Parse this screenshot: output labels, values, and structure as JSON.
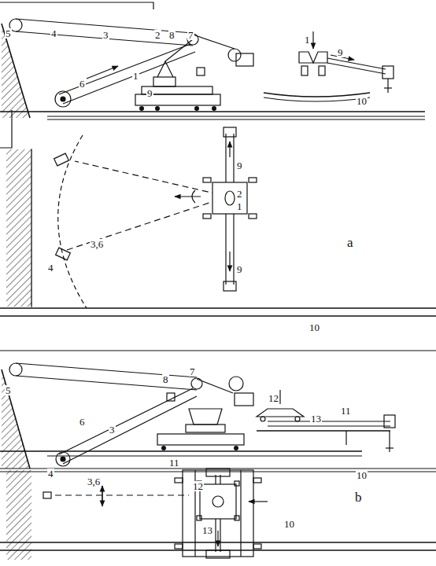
{
  "diagram": {
    "labels": [
      "5",
      "4",
      "3",
      "2",
      "8",
      "7",
      "6",
      "1",
      "9",
      "1",
      "9",
      "10",
      "9",
      "2",
      "1",
      "4",
      "3,6",
      "9",
      "10",
      "a",
      "5",
      "4",
      "6",
      "3",
      "8",
      "7",
      "12",
      "13",
      "11",
      "10",
      "11",
      "12",
      "3,6",
      "13",
      "10",
      "b"
    ]
  }
}
